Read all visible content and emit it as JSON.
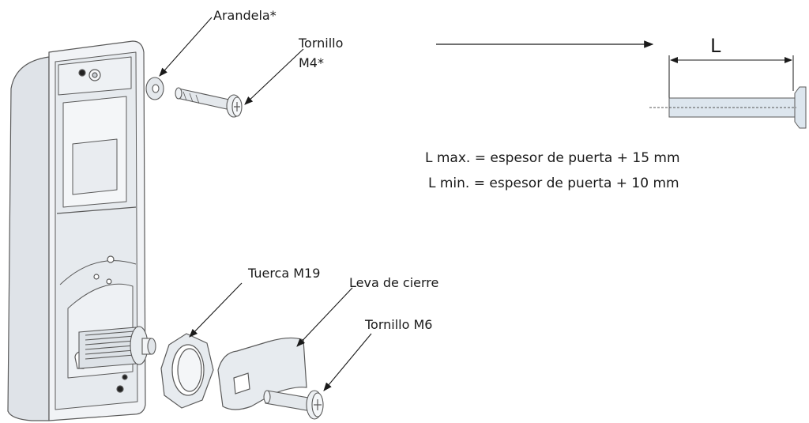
{
  "labels": {
    "washer": "Arandela*",
    "screw_m4_line1": "Tornillo",
    "screw_m4_line2": "M4*",
    "nut_m19": "Tuerca M19",
    "cam": "Leva de cierre",
    "screw_m6": "Tornillo M6"
  },
  "dimension": {
    "symbol": "L",
    "formula_max": "L max. = espesor de puerta + 15 mm",
    "formula_min": "L min. = espesor de puerta + 10 mm"
  },
  "colors": {
    "line": "#1a1a1a",
    "housing_fill": "#eef1f4",
    "housing_stroke": "#5a5a5a",
    "part_fill": "#e4e8ec"
  }
}
